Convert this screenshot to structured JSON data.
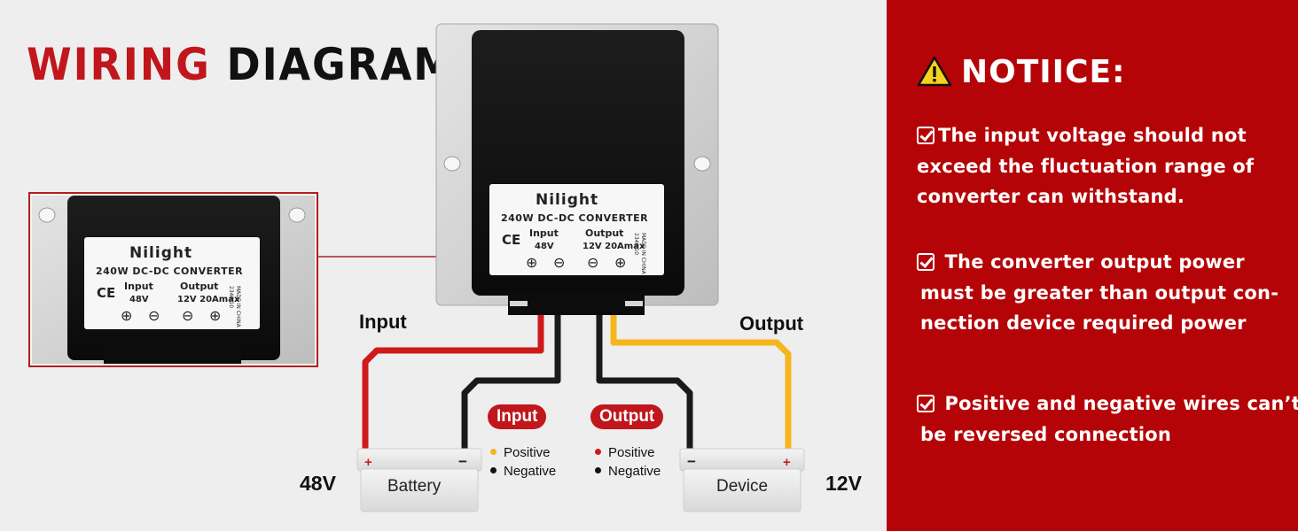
{
  "title": {
    "part1": "WIRING",
    "part2": "DIAGRAM"
  },
  "notice": {
    "heading": "NOTIICE:",
    "item1": [
      "The input voltage should not",
      "exceed the fluctuation range of",
      "converter can withstand."
    ],
    "item2": [
      "The converter output power",
      "must be greater than output con-",
      "nection device required power"
    ],
    "item3": [
      "Positive and negative wires can’t",
      "be reversed connection"
    ]
  },
  "product_label": {
    "brand": "Nilight",
    "model": "240W DC-DC CONVERTER",
    "ce": "CE",
    "input_label": "Input",
    "input_value": "48V",
    "output_label": "Output",
    "output_value": "12V 20Amax",
    "side_text1": "2346-10",
    "side_text2": "MADE IN CHINA"
  },
  "diagram": {
    "input_label": "Input",
    "output_label": "Output",
    "battery_label": "Battery",
    "device_label": "Device",
    "battery_voltage": "48V",
    "device_voltage": "12V",
    "plus": "+",
    "minus": "−"
  },
  "legend": {
    "input_title": "Input",
    "output_title": "Output",
    "positive": "Positive",
    "negative": "Negative"
  },
  "colors": {
    "brand_red": "#c0161c",
    "panel_red": "#b50407",
    "wire_red": "#d01a1a",
    "wire_black": "#1a1a1a",
    "wire_yellow": "#f5b51c",
    "positive_input": "#f5b51c",
    "positive_output": "#d01a1a"
  }
}
